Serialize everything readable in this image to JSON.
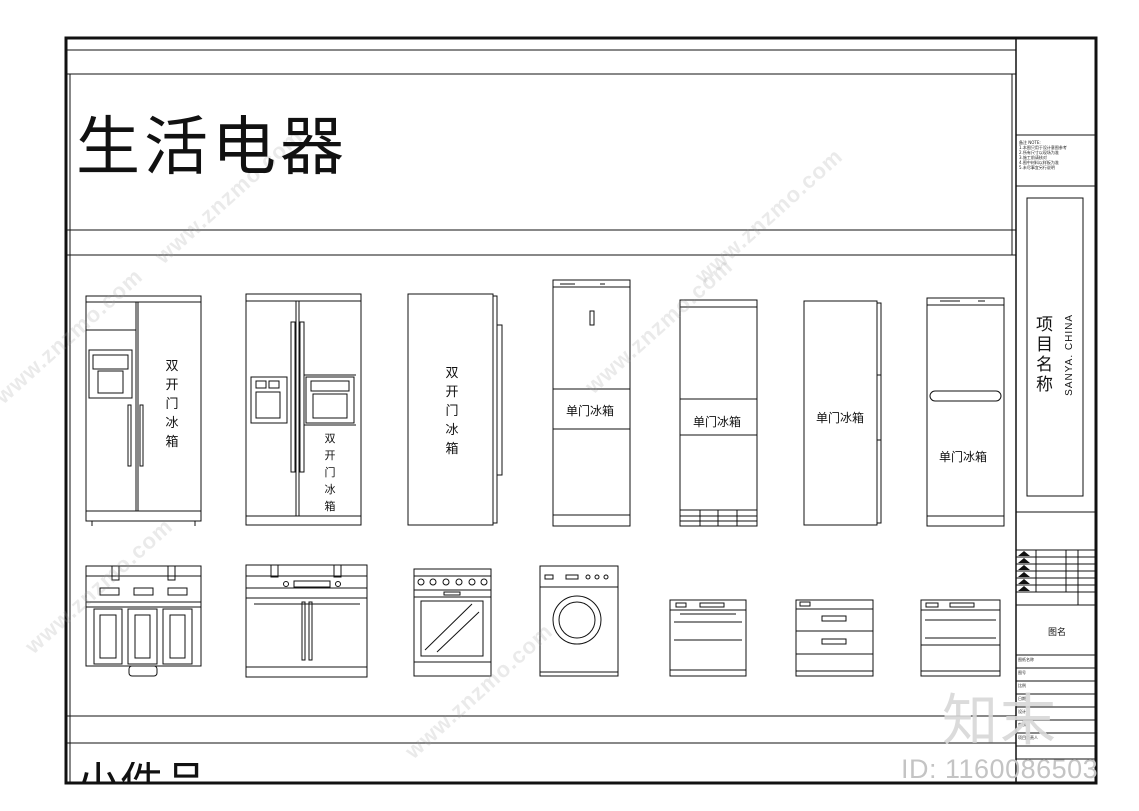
{
  "sheet": {
    "title_main": "生活电器",
    "title_next_partial": "小件品",
    "project_name": "项目名称",
    "project_location": "SANYA. CHINA",
    "drawing_name_label": "图名",
    "notes_lines": [
      "备注 NOTE:",
      "1.本图只用于设计意图参考",
      "2.所有尺寸以现场为准",
      "3.施工前请核对",
      "4.图中材料以样板为准",
      "5.未尽事宜另行说明"
    ],
    "title_rows": [
      "图纸名称",
      "图号",
      "比例",
      "日期",
      "设计",
      "审核",
      "项目负责人"
    ]
  },
  "appliances": {
    "fridges": [
      {
        "name": "fridge-double-door-1",
        "label": "双开门冰箱",
        "orientation": "vertical"
      },
      {
        "name": "fridge-double-door-2",
        "label": "双开门冰箱",
        "orientation": "vertical"
      },
      {
        "name": "fridge-double-door-3",
        "label": "双开门冰箱",
        "orientation": "vertical"
      },
      {
        "name": "fridge-single-door-1",
        "label": "单门冰箱",
        "orientation": "horizontal"
      },
      {
        "name": "fridge-single-door-2",
        "label": "单门冰箱",
        "orientation": "horizontal"
      },
      {
        "name": "fridge-single-door-3",
        "label": "单门冰箱",
        "orientation": "horizontal"
      },
      {
        "name": "fridge-single-door-4",
        "label": "单门冰箱",
        "orientation": "horizontal"
      }
    ],
    "kitchen": [
      "range-hood-cabinet",
      "oven-cabinet",
      "gas-range-oven",
      "washing-machine",
      "built-in-oven",
      "warming-drawer",
      "steam-oven"
    ]
  },
  "watermark": {
    "text": "www.znzmo.com",
    "brand_logo": "知末",
    "image_id": "ID: 1160086503"
  },
  "colors": {
    "line": "#111111",
    "watermark": "#bdbdbd",
    "background": "#ffffff"
  }
}
